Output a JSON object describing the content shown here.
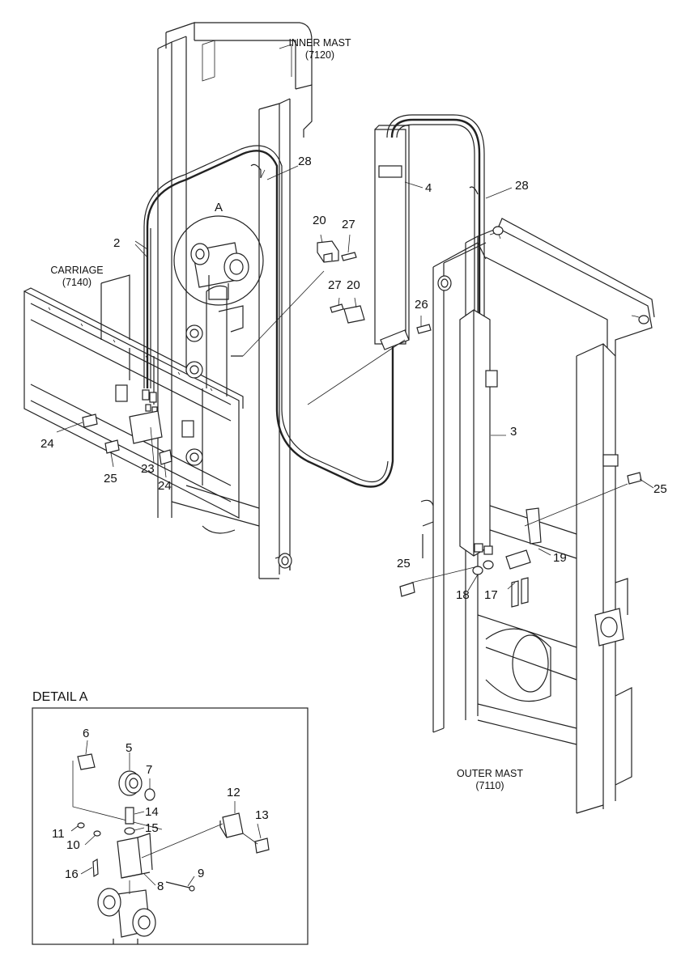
{
  "captions": {
    "inner_mast": [
      "INNER MAST",
      "(7120)"
    ],
    "carriage": [
      "CARRIAGE",
      "(7140)"
    ],
    "outer_mast": [
      "OUTER MAST",
      "(7110)"
    ],
    "detail": "DETAIL A",
    "callout_a": "A"
  },
  "main_labels": [
    "28",
    "4",
    "28",
    "20",
    "27",
    "2",
    "27",
    "20",
    "26",
    "24",
    "23",
    "25",
    "24",
    "3",
    "25",
    "19",
    "25",
    "18",
    "17"
  ],
  "detail_labels": [
    "6",
    "5",
    "7",
    "14",
    "15",
    "12",
    "13",
    "11",
    "10",
    "16",
    "8",
    "9"
  ],
  "line_color": "#222222",
  "background": "#ffffff"
}
